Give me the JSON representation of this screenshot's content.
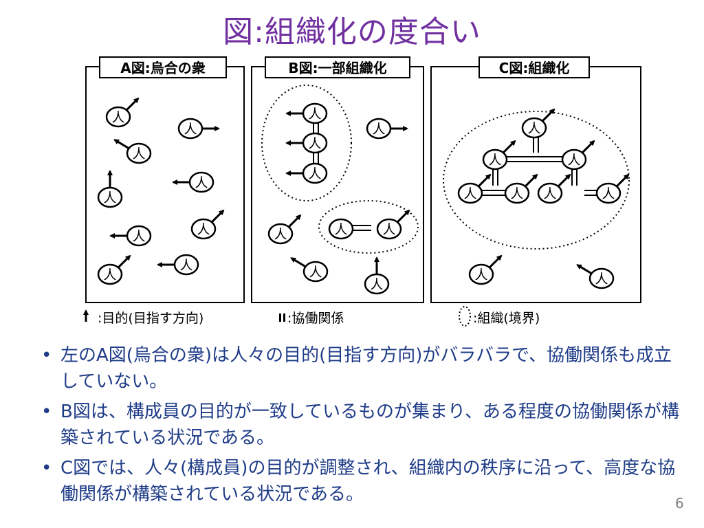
{
  "title": "図:組織化の度合い",
  "panels": [
    {
      "label": "A図:烏合の衆"
    },
    {
      "label": "B図:一部組織化"
    },
    {
      "label": "C図:組織化"
    }
  ],
  "person_glyph": "人",
  "legend": {
    "arrow_symbol": "⇡",
    "arrow_text": ":目的(目指す方向)",
    "link_symbol": "II",
    "link_text": ":協働関係",
    "org_text": ":組織(境界)"
  },
  "bullets": [
    "左のA図(烏合の衆)は人々の目的(目指す方向)がバラバラで、協働関係も成立していない。",
    "B図は、構成員の目的が一致しているものが集まり、ある程度の協働関係が構築されている状況である。",
    "C図では、人々(構成員)の目的が調整され、組織内の秩序に沿って、高度な協働関係が構築されている状況である。"
  ],
  "page_number": "6"
}
